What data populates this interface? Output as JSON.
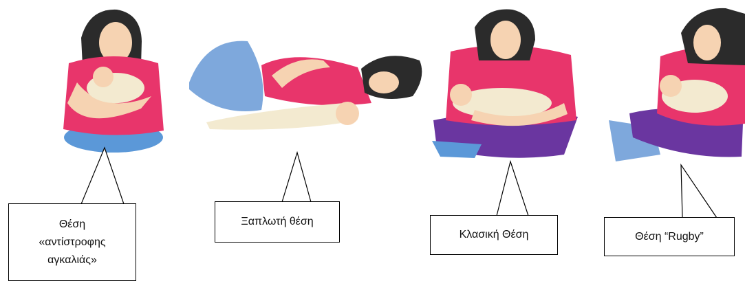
{
  "labels": {
    "reverse_cradle": [
      "Θέση",
      "«αντίστροφης",
      "αγκαλιάς»"
    ],
    "side_lying": "Ξαπλωτή θέση",
    "classic": "Κλασική Θέση",
    "rugby": "Θέση “Rugby”"
  },
  "colors": {
    "hair": "#2b2b2b",
    "skin": "#f6d3b2",
    "shirt": "#e8356b",
    "jeans": "#5b98d8",
    "pillow_blue": "#7ea8dc",
    "pillow_purple": "#6a36a0",
    "baby": "#f3ead0"
  }
}
